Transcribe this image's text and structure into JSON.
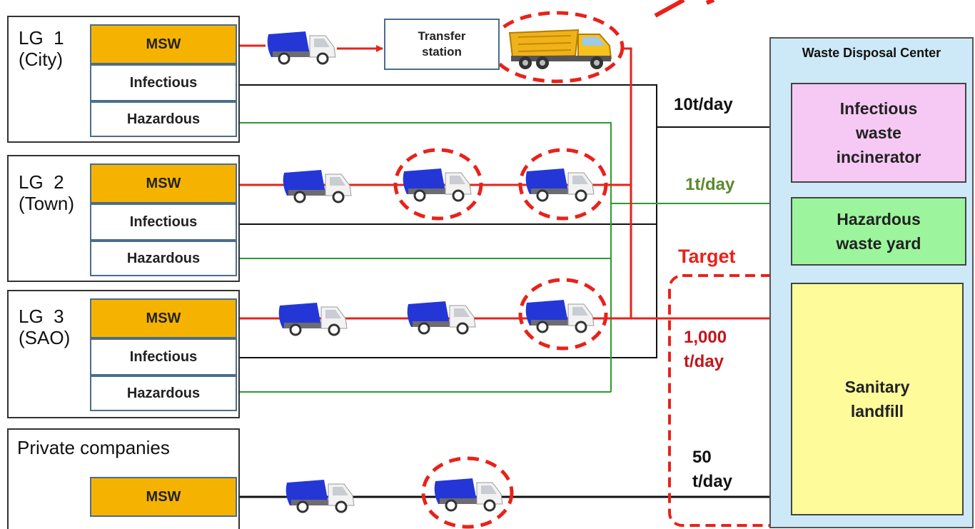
{
  "sources": [
    {
      "title": "LG  1\n(City)",
      "cells": [
        "MSW",
        "Infectious",
        "Hazardous"
      ]
    },
    {
      "title": "LG  2\n(Town)",
      "cells": [
        "MSW",
        "Infectious",
        "Hazardous"
      ]
    },
    {
      "title": "LG  3\n(SAO)",
      "cells": [
        "MSW",
        "Infectious",
        "Hazardous"
      ]
    },
    {
      "title": "Private companies",
      "cells": [
        "MSW"
      ]
    }
  ],
  "transfer_station": "Transfer\nstation",
  "disposal_center": {
    "title": "Waste Disposal Center",
    "infectious_facility": "Infectious\nwaste\nincinerator",
    "hazardous_facility": "Hazardous\nwaste yard",
    "landfill": "Sanitary\nlandfill"
  },
  "flows": {
    "infectious": "10t/day",
    "hazardous": "1t/day",
    "msw": "1,000\nt/day",
    "private": "50\nt/day"
  },
  "target_label": "Target",
  "colors": {
    "msw_flow": "#e8221b",
    "infectious_flow": "#111111",
    "hazardous_flow": "#2e9a2e",
    "msw_cell": "#f5b300",
    "infectious_facility": "#f6c9f4",
    "hazardous_facility": "#9cf59c",
    "landfill": "#fdfb9a",
    "disposal_center": "#cde9f7",
    "target_highlight": "#e8221b",
    "hazardous_label": "#5b8a2e"
  },
  "icons": [
    "garbage-truck-icon",
    "dump-truck-icon"
  ]
}
